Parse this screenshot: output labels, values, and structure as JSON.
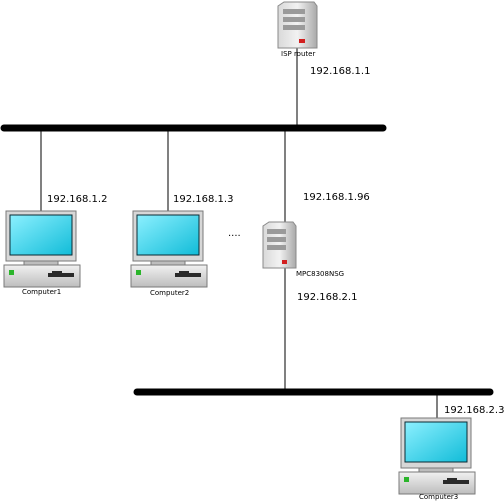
{
  "nodes": {
    "isp_router": {
      "name": "ISP router",
      "ip": "192.168.1.1"
    },
    "computer1": {
      "name": "Computer1",
      "ip": "192.168.1.2"
    },
    "computer2": {
      "name": "Computer2",
      "ip": "192.168.1.3"
    },
    "ellipsis": "....",
    "gateway": {
      "name": "MPC8308NSG",
      "ip_wan": "192.168.1.96",
      "ip_lan": "192.168.2.1"
    },
    "computer3": {
      "name": "Computer3",
      "ip": "192.168.2.3"
    }
  },
  "colors": {
    "screen": "#1fd0e6",
    "screen_border": "#0a2a33",
    "case_light": "#e6e6e6",
    "case_dark": "#9a9a9a",
    "bus": "#000000",
    "led": "#2bb52b",
    "server_led": "#d21f1f"
  }
}
